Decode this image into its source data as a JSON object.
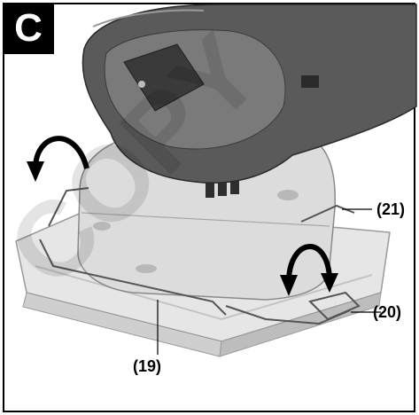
{
  "figure": {
    "letter": "C",
    "callouts": {
      "c19": "(19)",
      "c20": "(20)",
      "c21": "(21)"
    },
    "colors": {
      "housing_dark": "#3a3a3a",
      "housing_mid": "#6d6d6d",
      "housing_light": "#d9d9d9",
      "plate": "#e6e6e6",
      "watermark": "#000000"
    },
    "icons": [
      "rotate-arrow-left",
      "rotate-arrow-right",
      "clamp-lever"
    ]
  }
}
